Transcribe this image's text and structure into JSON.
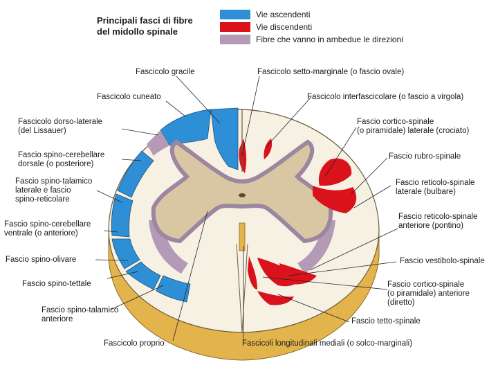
{
  "title": {
    "line1": "Principali fasci di fibre",
    "line2": "del midollo spinale"
  },
  "colors": {
    "ascending": "#2f8fd6",
    "descending": "#d9121c",
    "both": "#b59ab8",
    "grey_matter": "#d9c7a3",
    "white_matter": "#f7f1e4",
    "cut_face": "#e2b44b"
  },
  "legend": [
    {
      "label": "Vie ascendenti",
      "color": "#2f8fd6"
    },
    {
      "label": "Vie discendenti",
      "color": "#d9121c"
    },
    {
      "label": "Fibre che vanno in ambedue le direzioni",
      "color": "#b59ab8"
    }
  ],
  "labels": {
    "gracile": "Fascicolo gracile",
    "cuneato": "Fascicolo cuneato",
    "dorso_lat_1": "Fascicolo dorso-laterale",
    "dorso_lat_2": "(del Lissauer)",
    "spcb_dors_1": "Fascio spino-cerebellare",
    "spcb_dors_2": "dorsale (o posteriore)",
    "spt_lat_1": "Fascio spino-talamico",
    "spt_lat_2": "laterale e fascio",
    "spt_lat_3": "spino-reticolare",
    "spcb_ventr_1": "Fascio spino-cerebellare",
    "spcb_ventr_2": "ventrale (o anteriore)",
    "spino_olivare": "Fascio spino-olivare",
    "spino_tettale": "Fascio spino-tettale",
    "spt_ant_1": "Fascio spino-talamico",
    "spt_ant_2": "anteriore",
    "proprio": "Fascicolo proprio",
    "setto": "Fascicolo setto-marginale (o fascio ovale)",
    "interfasc": "Fascicolo interfascicolare (o fascio a virgola)",
    "cs_lat_1": "Fascio cortico-spinale",
    "cs_lat_2": "(o piramidale) laterale (crociato)",
    "rubro": "Fascio rubro-spinale",
    "ret_lat_1": "Fascio reticolo-spinale",
    "ret_lat_2": "laterale (bulbare)",
    "ret_ant_1": "Fascio reticolo-spinale",
    "ret_ant_2": "anteriore (pontino)",
    "vestibolo": "Fascio vestibolo-spinale",
    "cs_ant_1": "Fascio cortico-spinale",
    "cs_ant_2": "(o piramidale) anteriore",
    "cs_ant_3": "(diretto)",
    "tetto": "Fascio tetto-spinale",
    "longit": "Fascicoli longitudinali mediali (o solco-marginali)"
  }
}
